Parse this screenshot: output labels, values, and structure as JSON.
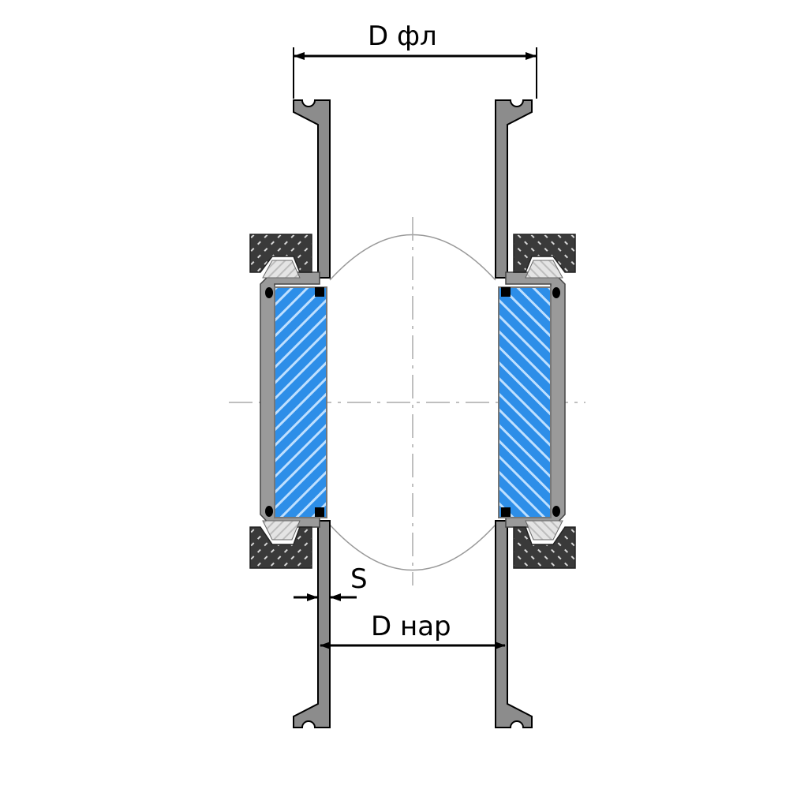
{
  "labels": {
    "flange_diameter": "D фл",
    "wall_thickness": "S",
    "outer_diameter": "D нар"
  },
  "colors": {
    "steel": "#8c8c8c",
    "clamp": "#3a3a3a",
    "glass": "#2d8ee8",
    "outline": "#000000"
  }
}
